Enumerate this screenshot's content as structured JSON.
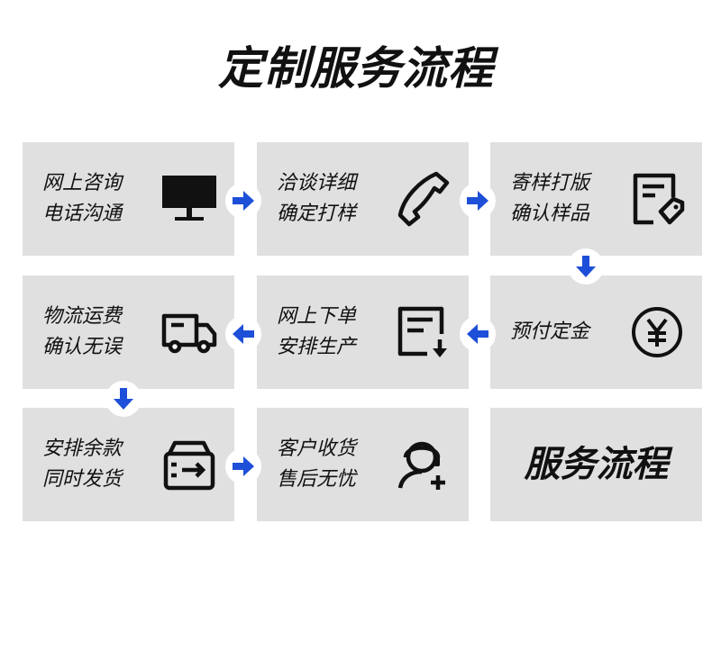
{
  "page": {
    "title": "定制服务流程"
  },
  "colors": {
    "card_bg": "#e0e0e0",
    "arrow": "#1d4fd8",
    "text": "#111111"
  },
  "steps": [
    {
      "line1": "网上咨询",
      "line2": "电话沟通",
      "icon": "monitor-icon"
    },
    {
      "line1": "洽谈详细",
      "line2": "确定打样",
      "icon": "phone-icon"
    },
    {
      "line1": "寄样打版",
      "line2": "确认样品",
      "icon": "document-tag-icon"
    },
    {
      "line1": "物流运费",
      "line2": "确认无误",
      "icon": "truck-icon"
    },
    {
      "line1": "网上下单",
      "line2": "安排生产",
      "icon": "order-download-icon"
    },
    {
      "line1": "预付定金",
      "icon": "yen-icon"
    },
    {
      "line1": "安排余款",
      "line2": "同时发货",
      "icon": "box-icon"
    },
    {
      "line1": "客户收货",
      "line2": "售后无忧",
      "icon": "customer-service-icon"
    }
  ],
  "final_card": {
    "label": "服务流程"
  }
}
